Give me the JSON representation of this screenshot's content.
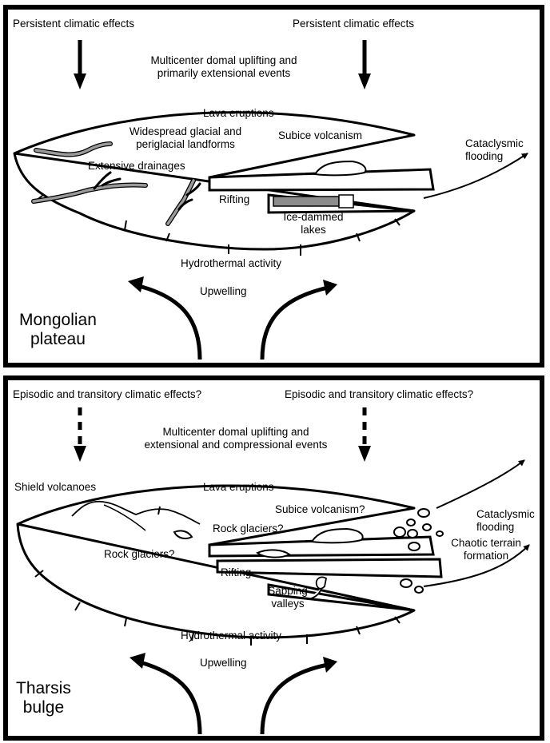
{
  "panel_top": {
    "climate_left": "Persistent climatic effects",
    "climate_right": "Persistent climatic effects",
    "uplift_line1": "Multicenter domal uplifting and",
    "uplift_line2": "primarily extensional events",
    "lava": "Lava eruptions",
    "glacial_line1": "Widespread glacial and",
    "glacial_line2": "periglacial landforms",
    "subice": "Subice volcanism",
    "flood_line1": "Cataclysmic",
    "flood_line2": "flooding",
    "drainages": "Extensive drainages",
    "rifting": "Rifting",
    "lakes_line1": "Ice-dammed",
    "lakes_line2": "lakes",
    "hydro": "Hydrothermal activity",
    "upwelling": "Upwelling",
    "region_line1": "Mongolian",
    "region_line2": "plateau"
  },
  "panel_bottom": {
    "climate_left": "Episodic and transitory climatic effects?",
    "climate_right": "Episodic and transitory climatic effects?",
    "uplift_line1": "Multicenter domal uplifting and",
    "uplift_line2": "extensional and compressional events",
    "shield": "Shield volcanoes",
    "lava": "Lava eruptions",
    "subice": "Subice volcanism?",
    "flood_line1": "Cataclysmic",
    "flood_line2": "flooding",
    "rock_glaciers_1": "Rock glaciers?",
    "rock_glaciers_2": "Rock glaciers?",
    "chaotic_line1": "Chaotic terrain",
    "chaotic_line2": "formation",
    "rifting": "Rifting",
    "sapping_line1": "Sapping",
    "sapping_line2": "valleys",
    "hydro": "Hydrothermal activity",
    "upwelling": "Upwelling",
    "region_line1": "Tharsis",
    "region_line2": "bulge"
  },
  "colors": {
    "ink": "#000000",
    "drainage": "#9a9a9a",
    "lake": "#8c8c8c",
    "paper": "#ffffff"
  }
}
